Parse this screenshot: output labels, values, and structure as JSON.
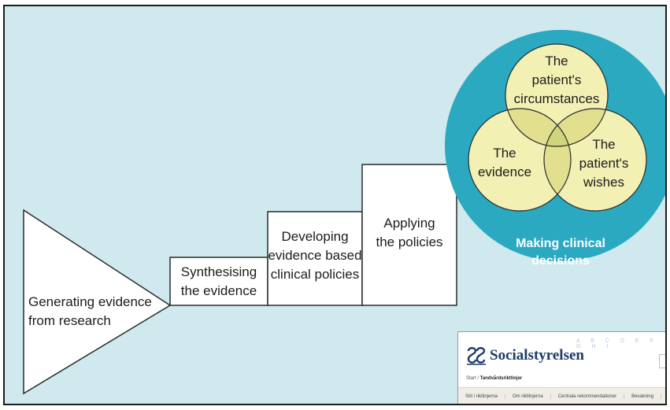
{
  "diagram": {
    "steps": [
      {
        "id": "generating",
        "label": "Generating evidence\nfrom research"
      },
      {
        "id": "synthesising",
        "label": "Synthesising\nthe evidence"
      },
      {
        "id": "developing",
        "label": "Developing\nevidence based\nclinical policies"
      },
      {
        "id": "applying",
        "label": "Applying\nthe policies"
      }
    ],
    "venn": {
      "circles": [
        {
          "id": "circumstances",
          "label": "The\npatient's\ncircumstances"
        },
        {
          "id": "evidence",
          "label": "The\nevidence"
        },
        {
          "id": "wishes",
          "label": "The\npatient's\nwishes"
        }
      ],
      "caption": "Making clinical\ndecisions"
    },
    "colors": {
      "background": "#cfe9ee",
      "step_fill": "#ffffff",
      "venn_ring": "#2aa9c0",
      "venn_fill": "#f3f0b4",
      "venn_overlap": "#e2df8e",
      "venn_center": "#cfd57a"
    }
  },
  "inset": {
    "brand": "Socialstyrelsen",
    "alphabet": "A B C D E F G H I",
    "breadcrumb_prefix": "Start",
    "breadcrumb_current": "Tandvårdsriktlinjer",
    "nav": [
      "Söt i riktlinjerna",
      "Om riktlinjerna",
      "Centrala rekommendationer",
      "Bevakning"
    ]
  }
}
